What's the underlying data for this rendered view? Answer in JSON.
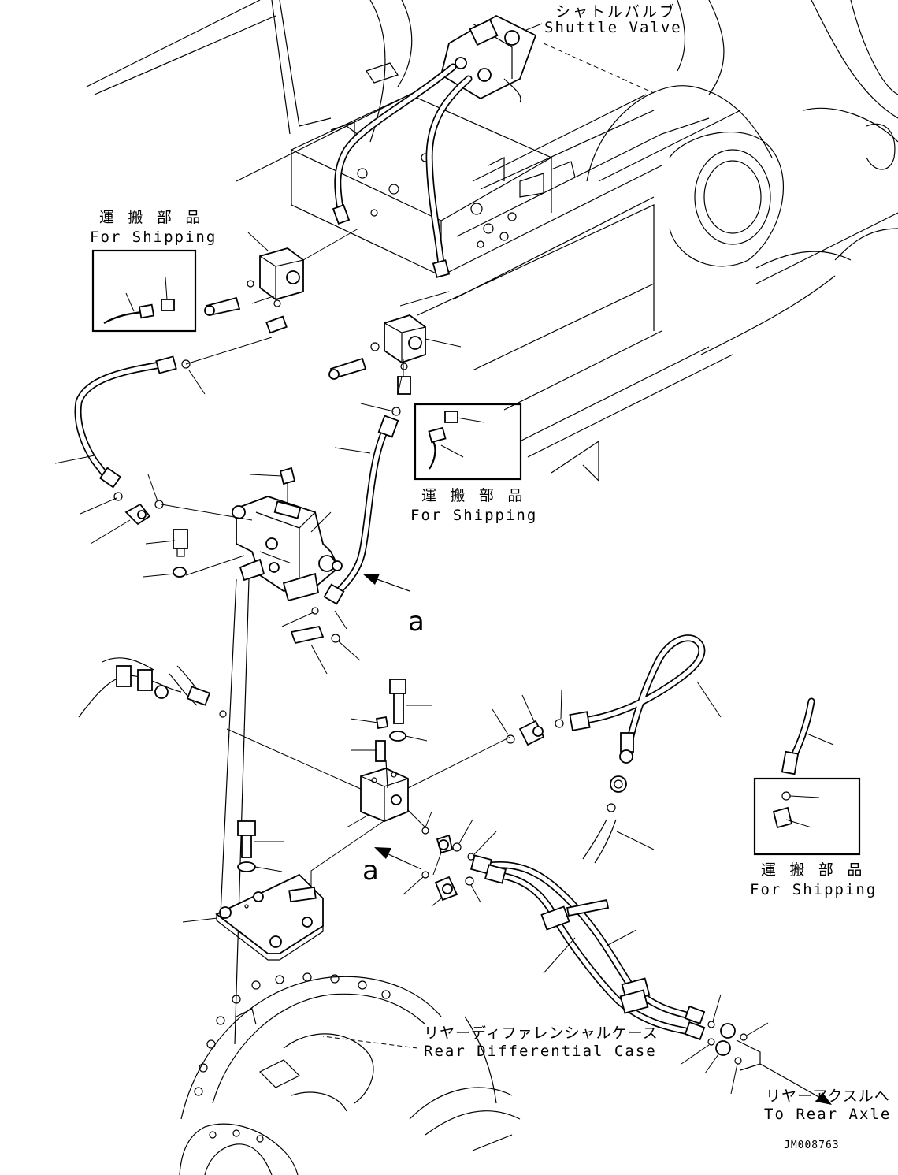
{
  "labels": {
    "shuttle_valve_jp": "シャトルバルブ",
    "shuttle_valve_en": "Shuttle Valve",
    "for_shipping_jp": "運 搬 部 品",
    "for_shipping_en": "For Shipping",
    "rear_diff_jp": "リヤーディファレンシャルケース",
    "rear_diff_en": "Rear Differential Case",
    "to_rear_axle_jp": "リヤーアクスルへ",
    "to_rear_axle_en": "To Rear Axle",
    "view_a": "a",
    "drawing_code": "JM008763"
  }
}
